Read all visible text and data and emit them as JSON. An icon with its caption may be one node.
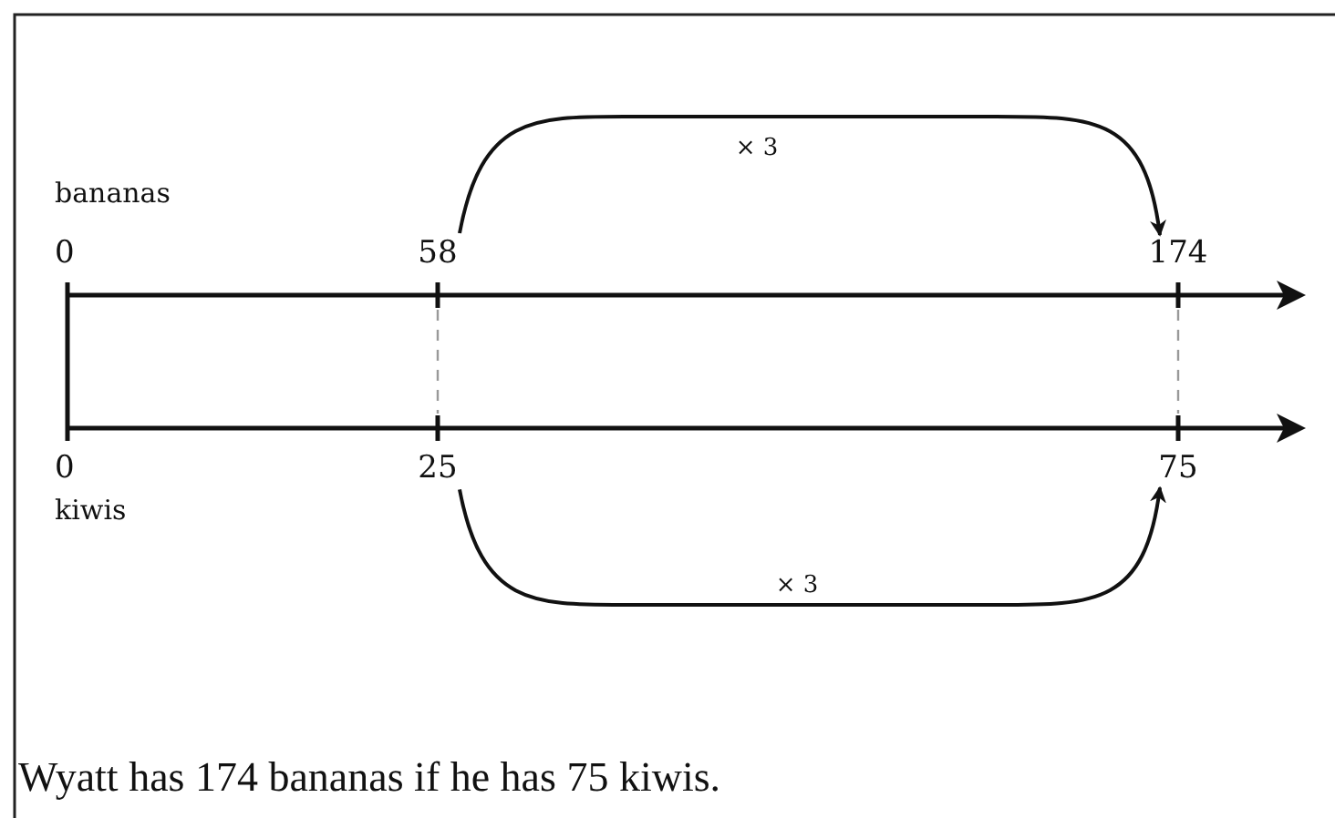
{
  "diagram": {
    "caption": "Wyatt has 174 bananas if he has 75 kiwis.",
    "nodes": [
      {
        "text": [
          "58"
        ]
      },
      {
        "text": [
          "174"
        ]
      },
      {
        "text": [
          "25"
        ]
      },
      {
        "text": [
          "75"
        ]
      }
    ],
    "edges": [
      {
        "from": 0,
        "to": 1,
        "arrow": "to",
        "label": "× 3"
      },
      {
        "from": 2,
        "to": 3,
        "arrow": "to",
        "label": "× 3"
      }
    ],
    "labels": [
      "bananas",
      "0",
      "0",
      "kiwis"
    ]
  }
}
